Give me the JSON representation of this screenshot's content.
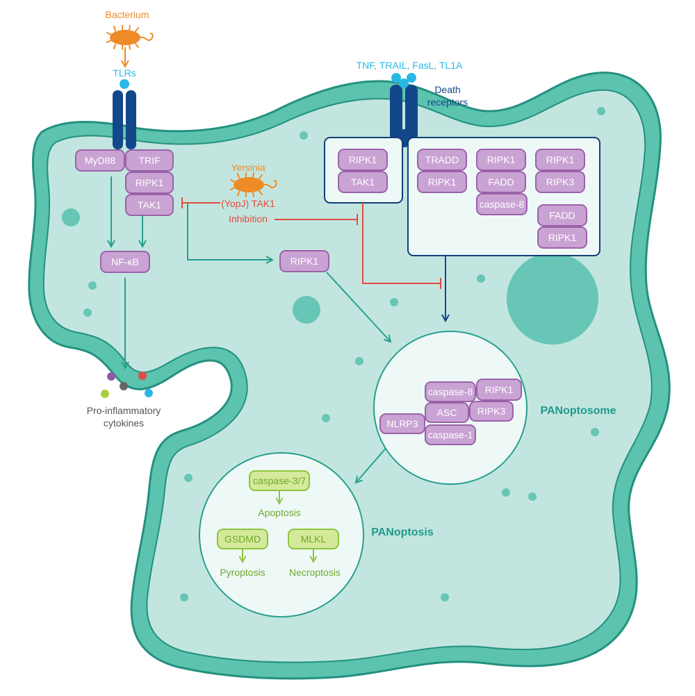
{
  "colors": {
    "membrane": "#5bc3ae",
    "membrane_edge": "#23907f",
    "cytoplasm": "#c2e6df",
    "dot": "#67c6b6",
    "protein_fill": "#c9a3d3",
    "protein_stroke": "#9a62aa",
    "teal_arrow": "#279f8d",
    "red_inhibit": "#e04b3f",
    "navy": "#12478a",
    "orange": "#ee8b27",
    "cyan": "#29b8e6",
    "green_fill": "#d4e99a",
    "green_stroke": "#8dc43e",
    "green_text": "#72a82c",
    "panel_stroke": "#133e75",
    "label_teal": "#1f9a8a",
    "gray_text": "#555555"
  },
  "icons": {
    "bacterium": "bacterium-icon",
    "yersinia": "yersinia-bacterium-icon",
    "tlr": "tlr-receptor-icon",
    "death_receptor": "death-receptor-icon"
  },
  "labels": {
    "bacterium": "Bacterium",
    "tlrs": "TLRs",
    "ligands": "TNF, TRAIL, FasL, TL1A",
    "death_receptors_line1": "Death",
    "death_receptors_line2": "receptors",
    "yersinia": "Yersinia",
    "yopj": "(YopJ) TAK1",
    "inhibition": "Inhibition",
    "cytokines_line1": "Pro-inflammatory",
    "cytokines_line2": "cytokines",
    "panoptosome": "PANoptosome",
    "panoptosis": "PANoptosis"
  },
  "proteins": {
    "myd88": "MyD88",
    "trif": "TRIF",
    "ripk1_tlr": "RIPK1",
    "tak1_tlr": "TAK1",
    "nfkb": "NF-κB",
    "ripk1_mid": "RIPK1",
    "box1_ripk1": "RIPK1",
    "box1_tak1": "TAK1",
    "tradd": "TRADD",
    "tradd_ripk1": "RIPK1",
    "c2_ripk1": "RIPK1",
    "c2_fadd": "FADD",
    "c2_caspase8": "caspase-8",
    "c3_ripk1": "RIPK1",
    "c3_ripk3": "RIPK3",
    "c4_fadd": "FADD",
    "c4_ripk1": "RIPK1"
  },
  "panoptosome": {
    "caspase8": "caspase-8",
    "ripk1": "RIPK1",
    "asc": "ASC",
    "ripk3": "RIPK3",
    "nlrp3": "NLRP3",
    "caspase1": "caspase-1"
  },
  "panoptosis": {
    "caspase37": "caspase-3/7",
    "apoptosis": "Apoptosis",
    "gsdmd": "GSDMD",
    "pyroptosis": "Pyroptosis",
    "mlkl": "MLKL",
    "necroptosis": "Necroptosis"
  },
  "cytokine_colors": [
    "#8e5aa8",
    "#666666",
    "#e04b4b",
    "#a9cf3e",
    "#2cb4e6"
  ]
}
